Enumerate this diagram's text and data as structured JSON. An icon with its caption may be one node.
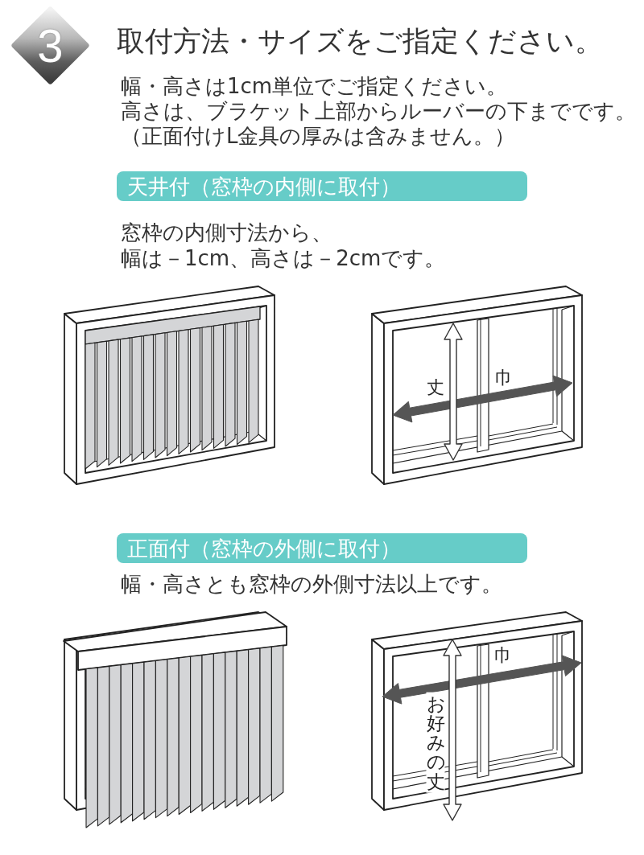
{
  "diagram": {
    "title": "取付方法・サイズをご指定ください。",
    "nodes": [
      {
        "text": [
          "3"
        ]
      },
      {
        "text": [
          "天井付（窓枠の内側に取付）"
        ]
      },
      {
        "text": [
          "正面付（窓枠の外側に取付）"
        ]
      }
    ],
    "labels": [
      "幅・高さは1cm単位でご指定ください。",
      "高さは、ブラケット上部からルーバーの下までです。",
      "（正面付けL金具の厚みは含みません。）",
      "窓枠の内側寸法から、",
      "幅は－1cm、高さは－2cmです。",
      "丈",
      "巾",
      "幅・高さとも窓枠の外側寸法以上です。",
      "巾",
      "お好みの丈"
    ]
  }
}
